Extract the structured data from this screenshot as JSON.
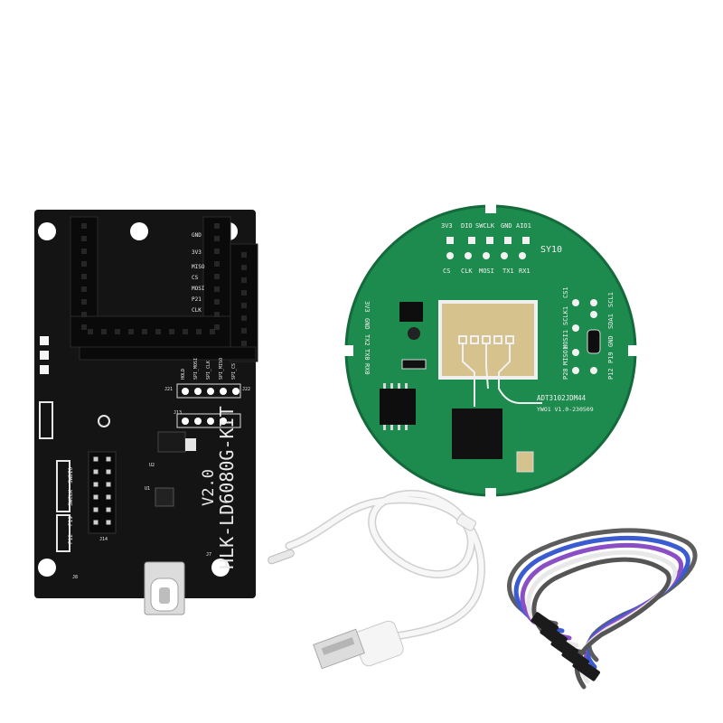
{
  "dev_board": {
    "model_label": "HLK-LD6080G-KIT",
    "version_label": "V2.0",
    "header_pins_right": [
      "GND",
      "3V3",
      "MISO",
      "CS",
      "MOSI",
      "P21",
      "CLK"
    ],
    "pins_left_bottom": [
      "SWDIO",
      "SWCLK",
      "P19",
      "P12"
    ],
    "jumper_labels": [
      "HOLD",
      "SPI_MOSI",
      "SPI_CLK",
      "SPI_MISO",
      "SPI_CS"
    ],
    "ref_labels": [
      "J21",
      "J22",
      "U2",
      "U1",
      "J7",
      "J8",
      "J13",
      "J14"
    ]
  },
  "radar_module": {
    "top_pin_labels": [
      "3V3",
      "DIO",
      "SWCLK",
      "GND",
      "AIO1"
    ],
    "second_row_labels": [
      "CS",
      "CLK",
      "MOSI",
      "TX1",
      "RX1"
    ],
    "left_pin_labels": [
      "3V3",
      "GND",
      "TX2",
      "TX0",
      "RX0"
    ],
    "right_pin_labels": [
      "SCLK1",
      "CS1",
      "MOSI1",
      "MISO1",
      "P28",
      "SDA1",
      "GND",
      "P19",
      "SCL1",
      "P12"
    ],
    "marking_top": "SY10",
    "marking_chip": "ADT3102JDM44",
    "marking_version": "YWO1 V1.0-230509"
  },
  "colors": {
    "black_pcb": "#141414",
    "green_pcb": "#1d8a4e",
    "gold_pad": "#d6c28d",
    "cable_white": "#f4f4f4"
  }
}
